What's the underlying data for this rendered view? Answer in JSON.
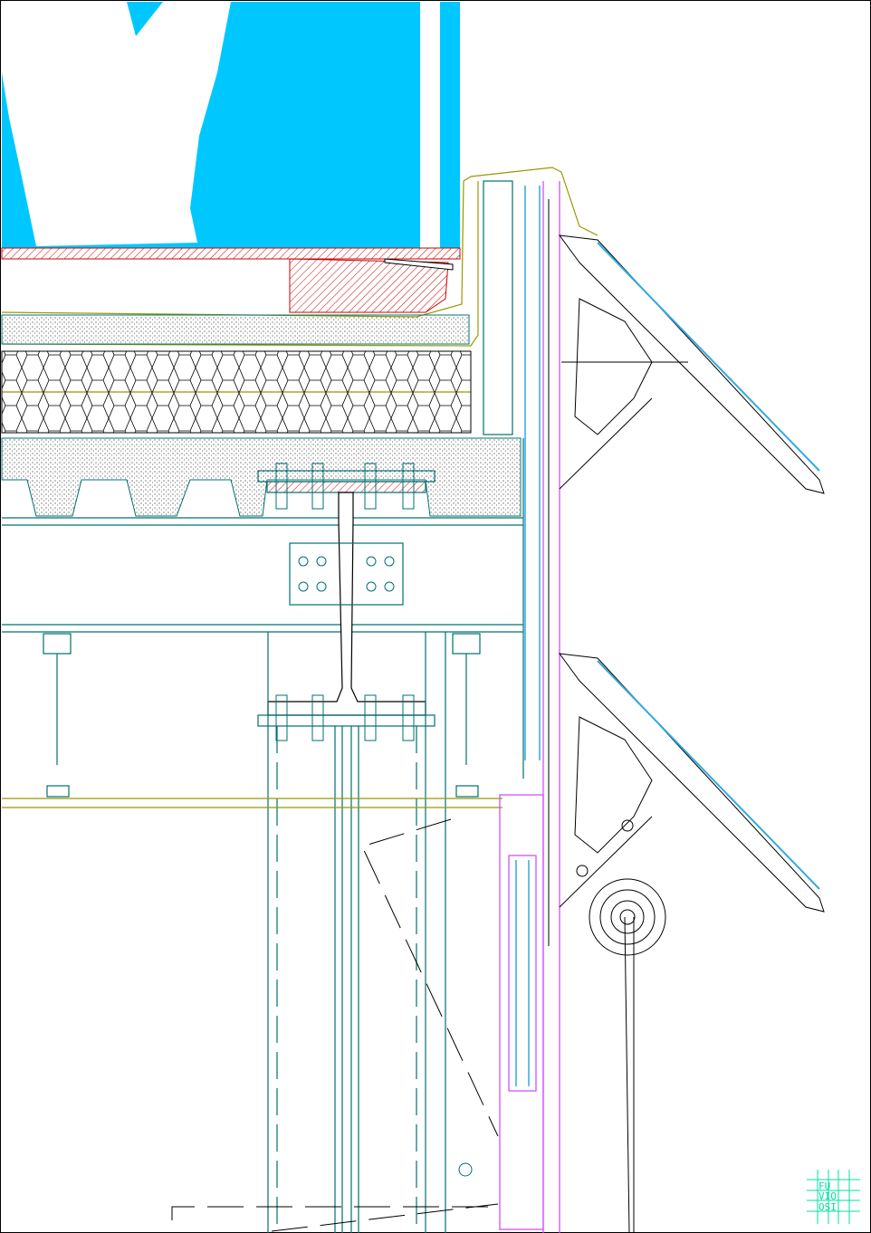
{
  "drawing": {
    "type": "architectural section detail",
    "colors": {
      "sky": "#00c8ff",
      "structure": "#007070",
      "mullion": "#cc44ff",
      "insulation_line": "#999900",
      "hatch": "#cc0000",
      "glass": "#33aadd",
      "logo": "#00e0a0",
      "line": "#000000"
    }
  },
  "logo": {
    "rows": [
      "FU",
      "VIO",
      "OSI"
    ]
  }
}
